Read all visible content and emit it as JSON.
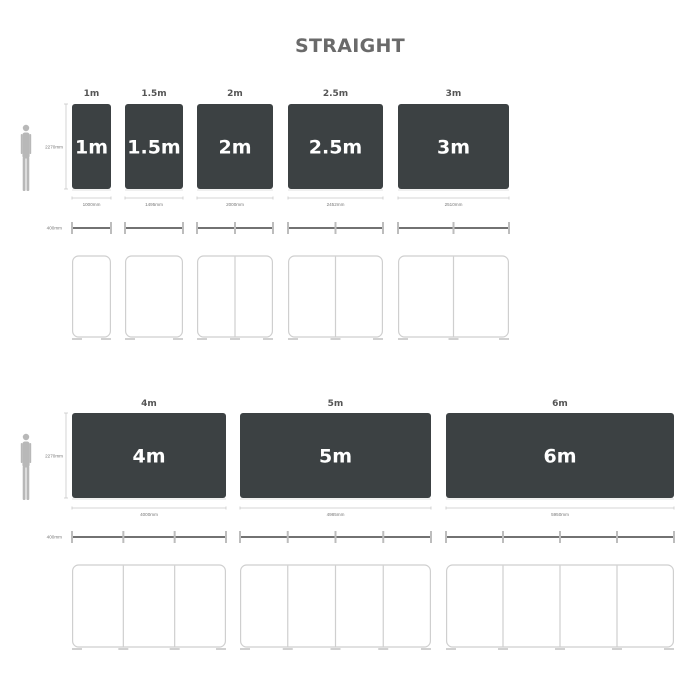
{
  "title": "STRAIGHT",
  "height_label": "2270mm",
  "depth_label": "400mm",
  "rows": [
    {
      "items": [
        {
          "header": "1m",
          "panel_label": "1m",
          "width_label": "1000mm",
          "sections": 1
        },
        {
          "header": "1.5m",
          "panel_label": "1.5m",
          "width_label": "1495mm",
          "sections": 1
        },
        {
          "header": "2m",
          "panel_label": "2m",
          "width_label": "2000mm",
          "sections": 2
        },
        {
          "header": "2.5m",
          "panel_label": "2.5m",
          "width_label": "2452mm",
          "sections": 2
        },
        {
          "header": "3m",
          "panel_label": "3m",
          "width_label": "2510mm",
          "sections": 2
        }
      ]
    },
    {
      "items": [
        {
          "header": "4m",
          "panel_label": "4m",
          "width_label": "4000mm",
          "sections": 3
        },
        {
          "header": "5m",
          "panel_label": "5m",
          "width_label": "4985mm",
          "sections": 4
        },
        {
          "header": "6m",
          "panel_label": "6m",
          "width_label": "5950mm",
          "sections": 4
        }
      ]
    }
  ],
  "colors": {
    "panel": "#3c4143",
    "frame": "#cfcfcf",
    "title": "#6a6a6a"
  }
}
